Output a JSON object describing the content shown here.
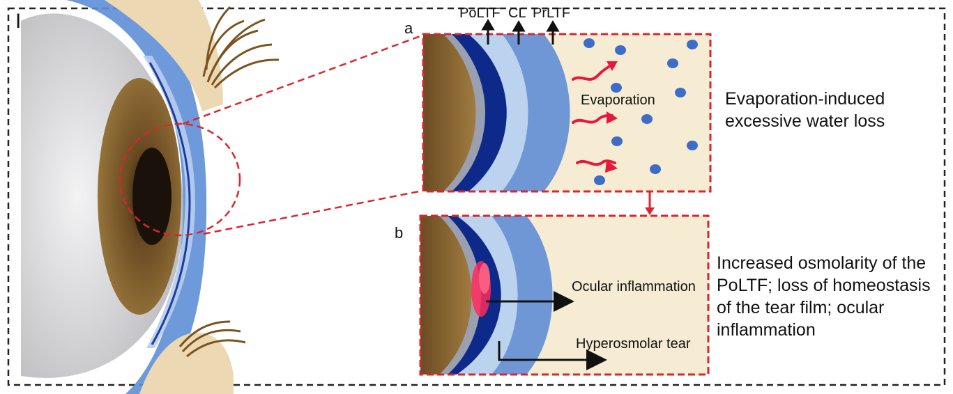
{
  "figure": {
    "label": "I",
    "colors": {
      "dash_red": "#d9262e",
      "sclera": "#e6e6e8",
      "iris": "#7a5a2b",
      "poltf": "#0d2a8a",
      "lens": "#bcd3ef",
      "prltf": "#6f97d6",
      "air": "#f5ecd3",
      "droplet": "#3d6cc9",
      "arrow_red": "#e8173d",
      "skin": "#ecd9b3",
      "lash": "#7a5320"
    },
    "layer_labels": {
      "poltf": "PoLTF",
      "cl": "CL",
      "prltf": "PrLTF"
    },
    "panel_a": {
      "letter": "a",
      "inner_label": "Evaporation",
      "caption": "Evaporation-induced excessive water loss"
    },
    "panel_b": {
      "letter": "b",
      "inner_label_1": "Ocular inflammation",
      "inner_label_2": "Hyperosmolar tear",
      "caption": "Increased osmolarity of the PoLTF; loss of homeostasis of the tear film; ocular inflammation"
    }
  }
}
